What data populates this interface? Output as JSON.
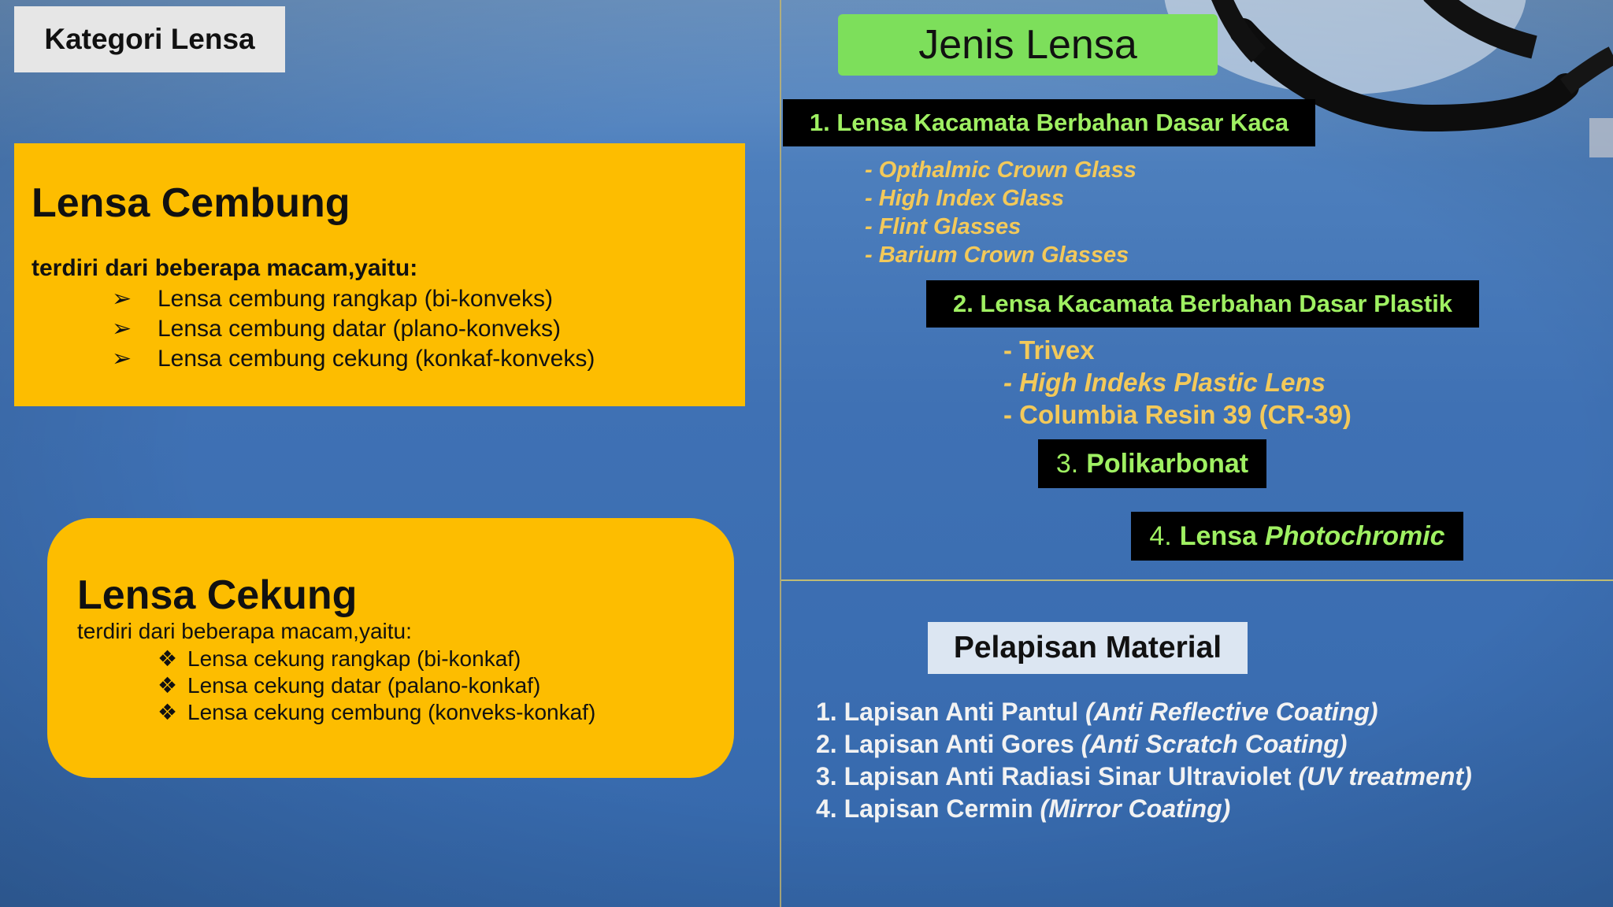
{
  "kategori": {
    "title": "Kategori Lensa"
  },
  "cembung": {
    "heading": "Lensa Cembung",
    "intro": "terdiri dari beberapa macam,yaitu:",
    "bullet": "➢",
    "items": [
      "Lensa cembung rangkap (bi-konveks)",
      "Lensa cembung datar (plano-konveks)",
      "Lensa cembung cekung (konkaf-konveks)"
    ]
  },
  "cekung": {
    "heading": "Lensa Cekung",
    "intro": "terdiri dari beberapa macam,yaitu:",
    "bullet": "❖",
    "items": [
      "Lensa cekung rangkap (bi-konkaf)",
      "Lensa cekung datar (palano-konkaf)",
      "Lensa cekung cembung (konveks-konkaf)"
    ]
  },
  "jenis": {
    "title": "Jenis Lensa",
    "kaca": {
      "label": "1. Lensa Kacamata Berbahan Dasar Kaca",
      "items": [
        "- Opthalmic Crown Glass",
        "- High  Index Glass",
        "- Flint  Glasses",
        "- Barium Crown Glasses"
      ]
    },
    "plastik": {
      "label": "2. Lensa Kacamata Berbahan Dasar Plastik",
      "items": [
        "- Trivex",
        "- High Indeks Plastic Lens",
        "- Columbia Resin 39 (CR-39)"
      ]
    },
    "polikarbonat": {
      "number": "3.",
      "label": "Polikarbonat"
    },
    "photochromic": {
      "number": "4.",
      "prefix": "Lensa",
      "label": "Photochromic"
    }
  },
  "pelapisan": {
    "title": "Pelapisan Material",
    "items": [
      {
        "text": "1. Lapisan Anti Pantul",
        "note": "(Anti Reflective Coating)"
      },
      {
        "text": "2. Lapisan Anti Gores",
        "note": "(Anti Scratch Coating)"
      },
      {
        "text": "3. Lapisan Anti Radiasi Sinar Ultraviolet",
        "note": "(UV treatment)"
      },
      {
        "text": "4. Lapisan Cermin",
        "note": "(Mirror Coating)"
      }
    ]
  },
  "colors": {
    "background": "#3f71b4",
    "yellow_box": "#fdbd00",
    "green_label": "#7ddf5b",
    "black_bar": "#000000",
    "green_text": "#9ff062",
    "gold_text": "#f3c95a"
  }
}
